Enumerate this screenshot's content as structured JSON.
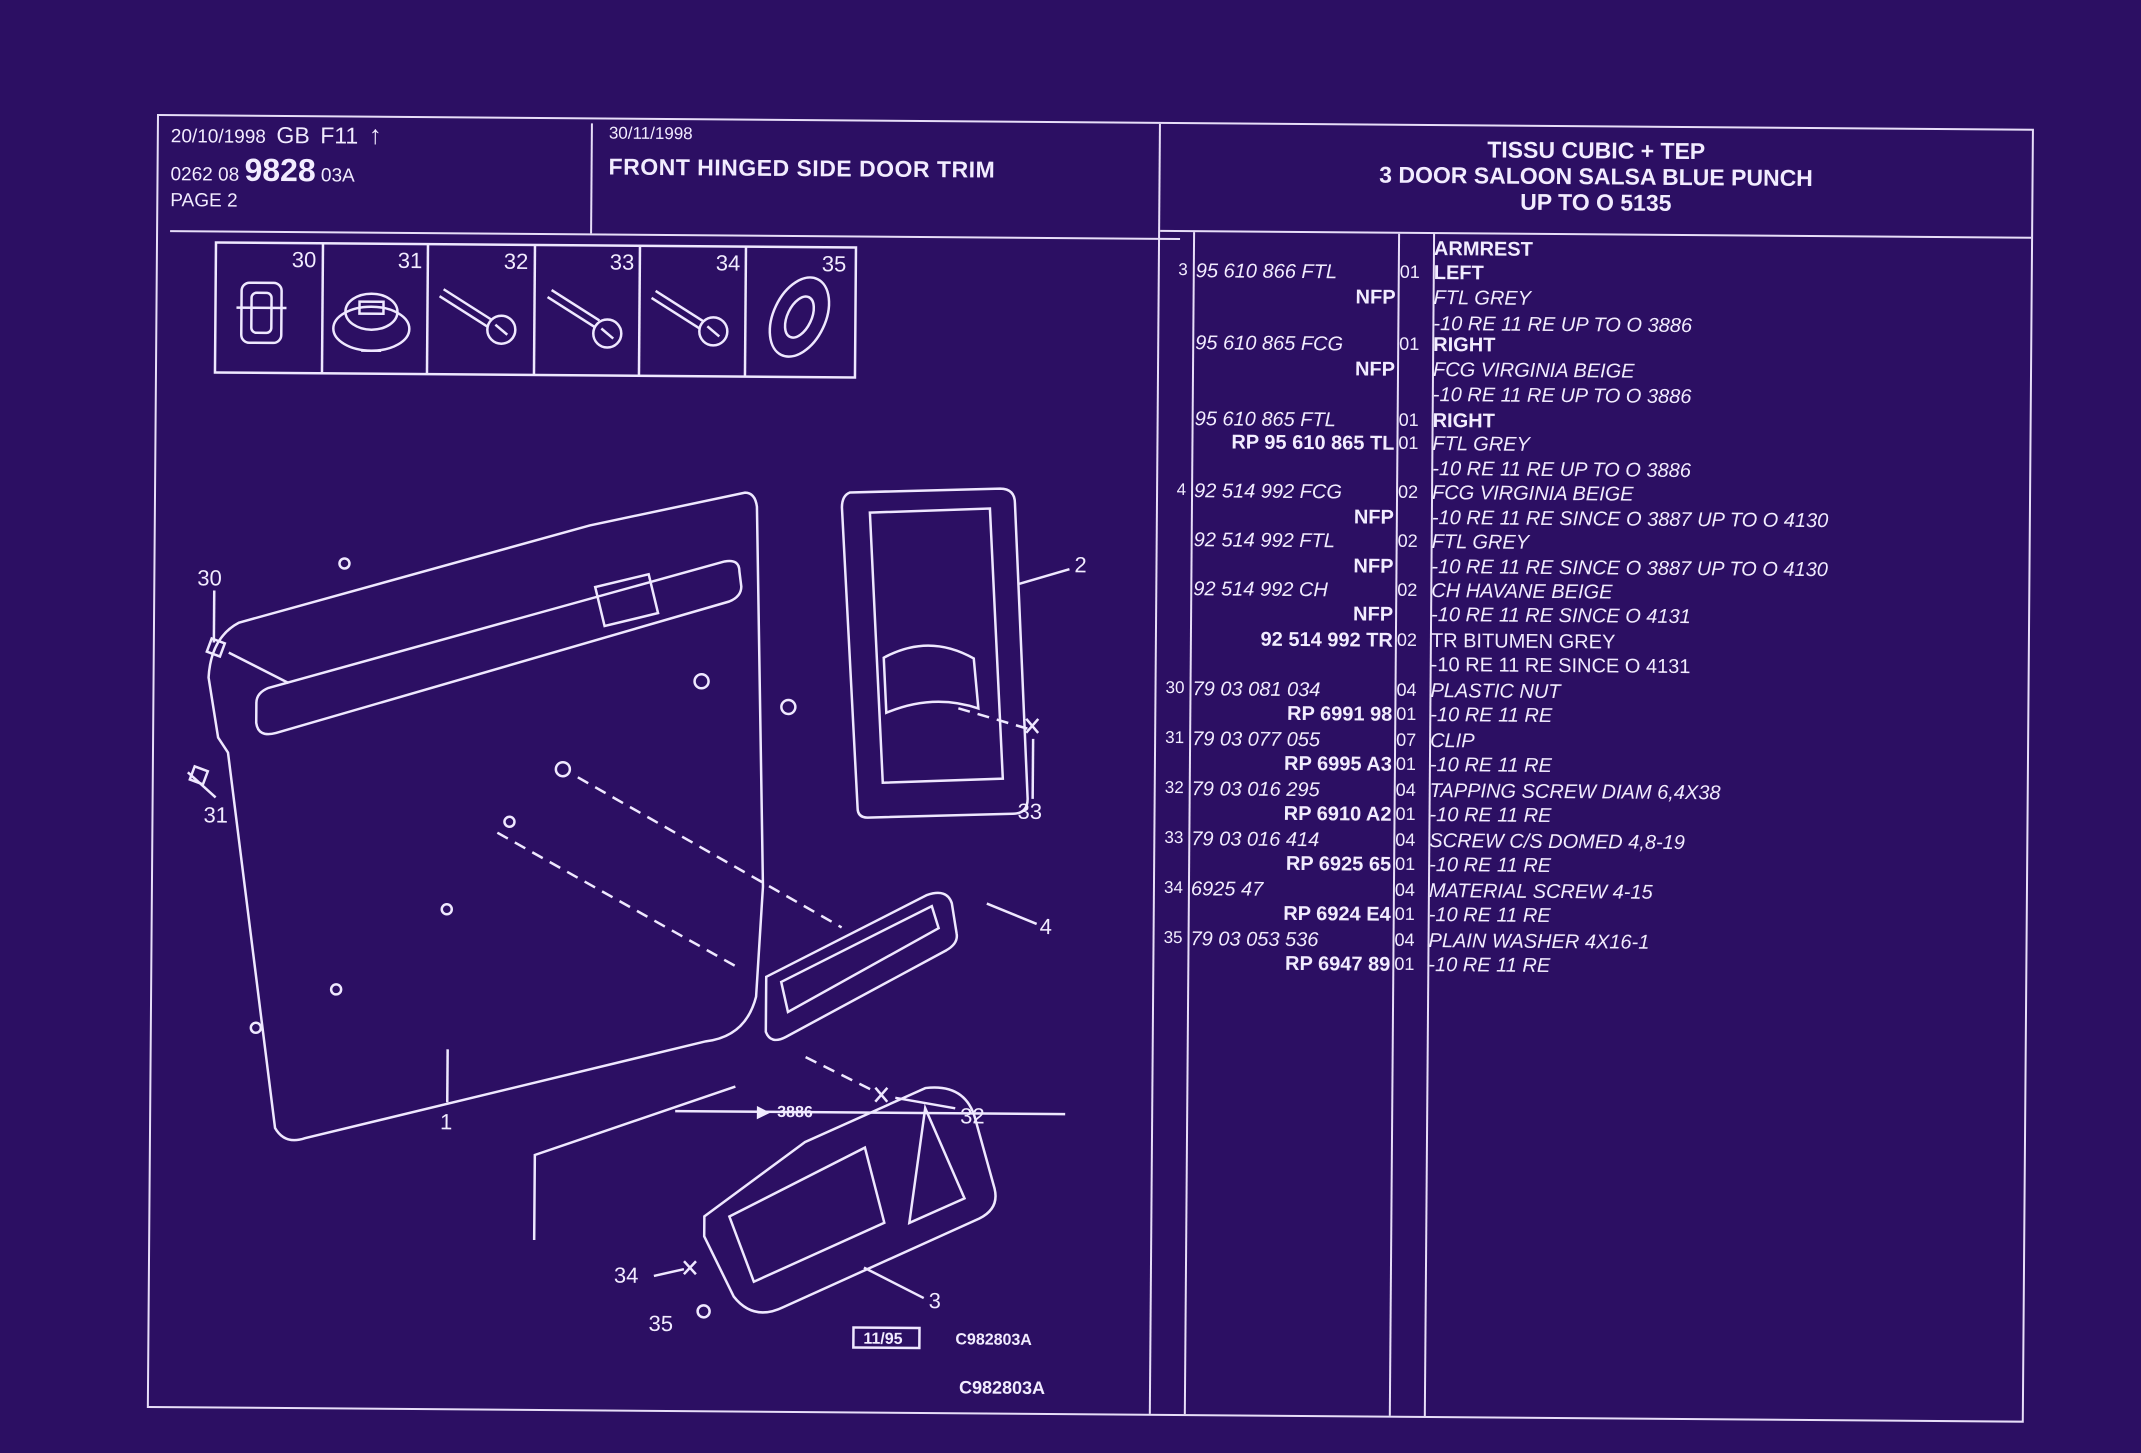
{
  "header": {
    "date1": "20/10/1998",
    "market": "GB",
    "code": "F11",
    "arrow": "↑",
    "doc_pre": "0262 08",
    "doc_num": "9828",
    "doc_suf": "03A",
    "page": "PAGE 2",
    "date2": "30/11/1998",
    "title": "FRONT HINGED SIDE DOOR TRIM"
  },
  "right_header": {
    "line1": "TISSU CUBIC + TEP",
    "line2": "3 DOOR SALOON SALSA BLUE PUNCH",
    "line3": "UP  TO  O      5135"
  },
  "hardware": [
    "30",
    "31",
    "32",
    "33",
    "34",
    "35"
  ],
  "callouts": {
    "c30": "30",
    "c31": "31",
    "c2": "2",
    "c33": "33",
    "c4": "4",
    "c32": "32",
    "c1": "1",
    "c3": "3",
    "c34": "34",
    "c35": "35",
    "inset_from": "3886",
    "inset_date": "11/95",
    "inset_code": "C982803A"
  },
  "footer_code": "C982803A",
  "parts": [
    {
      "ref": "",
      "pn": "",
      "pn2": "",
      "qty": "",
      "desc": "ARMREST",
      "style": "b"
    },
    {
      "ref": "3",
      "pn": "95 610 866 FTL",
      "pn2": "",
      "qty": "01",
      "desc": "LEFT",
      "style": "b"
    },
    {
      "ref": "",
      "pn": "",
      "pn2": "NFP",
      "qty": "",
      "desc": "FTL GREY",
      "style": "i"
    },
    {
      "ref": "",
      "pn": "",
      "pn2": "",
      "qty": "",
      "desc": "-10 RE 11 RE UP  TO  O  3886",
      "style": "i"
    },
    {
      "ref": "",
      "pn": "95 610 865 FCG",
      "pn2": "",
      "qty": "01",
      "desc": "RIGHT",
      "style": "b"
    },
    {
      "ref": "",
      "pn": "",
      "pn2": "NFP",
      "qty": "",
      "desc": "FCG VIRGINIA BEIGE",
      "style": "i"
    },
    {
      "ref": "",
      "pn": "",
      "pn2": "",
      "qty": "",
      "desc": "-10 RE 11 RE UP  TO  O  3886",
      "style": "i"
    },
    {
      "ref": "",
      "pn": "95 610 865 FTL",
      "pn2": "",
      "qty": "01",
      "desc": "RIGHT",
      "style": "b"
    },
    {
      "ref": "",
      "pn": "",
      "pn2": "RP  95 610 865 TL",
      "qty": "01",
      "desc": "FTL GREY",
      "style": "i"
    },
    {
      "ref": "",
      "pn": "",
      "pn2": "",
      "qty": "",
      "desc": "-10 RE 11 RE UP  TO  O  3886",
      "style": "i"
    },
    {
      "ref": "4",
      "pn": "92 514 992 FCG",
      "pn2": "",
      "qty": "02",
      "desc": "FCG VIRGINIA BEIGE",
      "style": "i"
    },
    {
      "ref": "",
      "pn": "",
      "pn2": "NFP",
      "qty": "",
      "desc": "-10 RE 11 RE SINCE  O  3887 UP  TO  O  4130",
      "style": "i"
    },
    {
      "ref": "",
      "pn": "92 514 992 FTL",
      "pn2": "",
      "qty": "02",
      "desc": "FTL GREY",
      "style": "i"
    },
    {
      "ref": "",
      "pn": "",
      "pn2": "NFP",
      "qty": "",
      "desc": "-10 RE 11 RE SINCE  O  3887 UP  TO  O  4130",
      "style": "i"
    },
    {
      "ref": "",
      "pn": "92 514 992 CH",
      "pn2": "",
      "qty": "02",
      "desc": "CH HAVANE BEIGE",
      "style": "i"
    },
    {
      "ref": "",
      "pn": "",
      "pn2": "NFP",
      "qty": "",
      "desc": "-10 RE 11 RE SINCE  O  4131",
      "style": "i"
    },
    {
      "ref": "",
      "pn": "",
      "pn2": "92 514 992 TR",
      "qty": "02",
      "desc": "TR BITUMEN GREY",
      "style": "n"
    },
    {
      "ref": "",
      "pn": "",
      "pn2": "",
      "qty": "",
      "desc": "-10 RE 11 RE SINCE  O  4131",
      "style": "n"
    },
    {
      "ref": "30",
      "pn": "79 03 081 034",
      "pn2": "",
      "qty": "04",
      "desc": "PLASTIC NUT",
      "style": "i"
    },
    {
      "ref": "",
      "pn": "",
      "pn2": "RP  6991 98",
      "qty": "01",
      "desc": "-10 RE 11 RE",
      "style": "i"
    },
    {
      "ref": "31",
      "pn": "79 03 077 055",
      "pn2": "",
      "qty": "07",
      "desc": "CLIP",
      "style": "i"
    },
    {
      "ref": "",
      "pn": "",
      "pn2": "RP  6995 A3",
      "qty": "01",
      "desc": "-10 RE 11 RE",
      "style": "i"
    },
    {
      "ref": "32",
      "pn": "79 03 016 295",
      "pn2": "",
      "qty": "04",
      "desc": "TAPPING SCREW DIAM 6,4X38",
      "style": "i"
    },
    {
      "ref": "",
      "pn": "",
      "pn2": "RP  6910 A2",
      "qty": "01",
      "desc": "-10 RE 11 RE",
      "style": "i"
    },
    {
      "ref": "33",
      "pn": "79 03 016 414",
      "pn2": "",
      "qty": "04",
      "desc": "SCREW C/S DOMED 4,8-19",
      "style": "i"
    },
    {
      "ref": "",
      "pn": "",
      "pn2": "RP  6925 65",
      "qty": "01",
      "desc": "-10 RE 11 RE",
      "style": "i"
    },
    {
      "ref": "34",
      "pn": "6925 47",
      "pn2": "",
      "qty": "04",
      "desc": "MATERIAL SCREW 4-15",
      "style": "i"
    },
    {
      "ref": "",
      "pn": "",
      "pn2": "RP  6924 E4",
      "qty": "01",
      "desc": "-10 RE 11 RE",
      "style": "i"
    },
    {
      "ref": "35",
      "pn": "79 03 053 536",
      "pn2": "",
      "qty": "04",
      "desc": "PLAIN WASHER 4X16-1",
      "style": "i"
    },
    {
      "ref": "",
      "pn": "",
      "pn2": "RP  6947 89",
      "qty": "01",
      "desc": "-10 RE 11 RE",
      "style": "i"
    }
  ]
}
